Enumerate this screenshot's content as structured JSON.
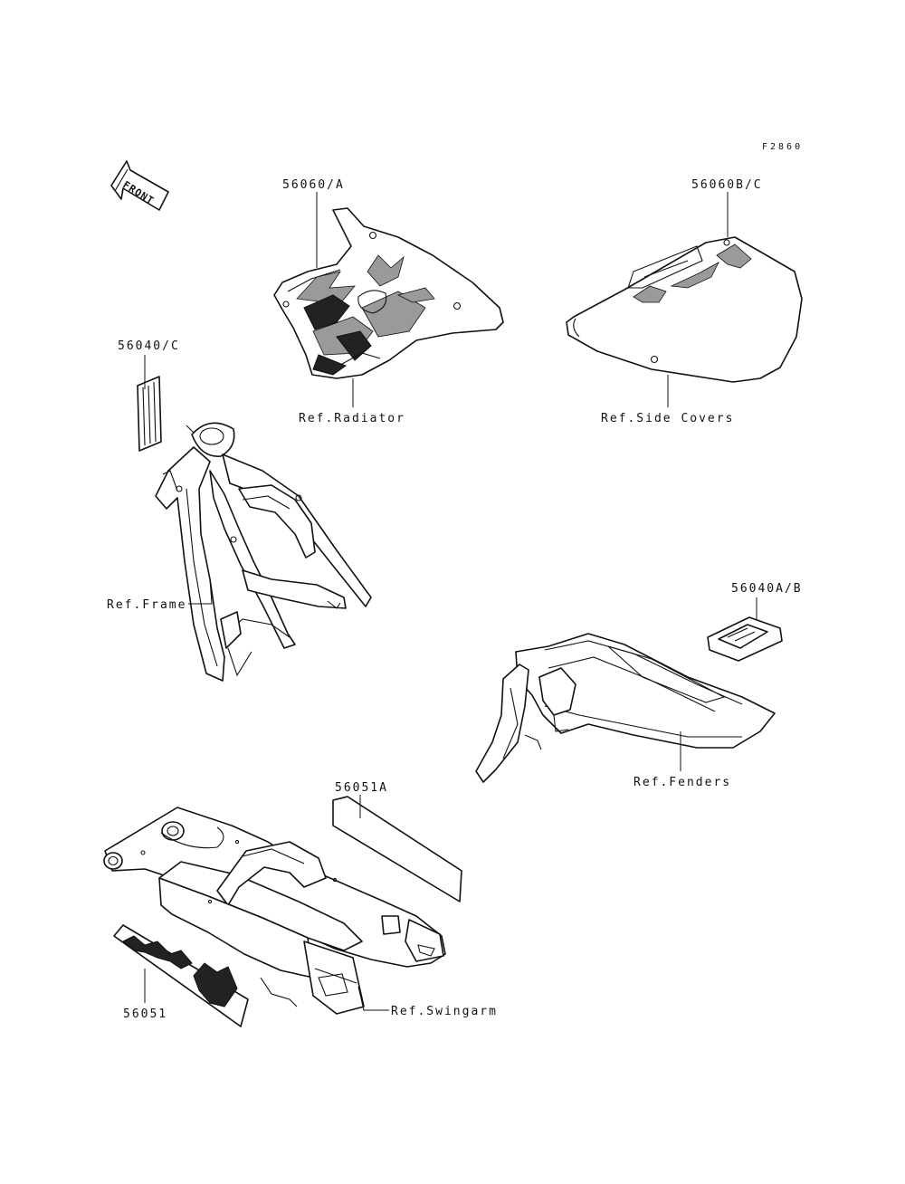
{
  "figure_code": "F2860",
  "front_arrow": {
    "label": "FRONT",
    "icon": "front-arrow-icon"
  },
  "labels": {
    "p56060_a": "56060/A",
    "p56060_bc": "56060B/C",
    "p56040_c": "56040/C",
    "p56040_ab": "56040A/B",
    "p56051a": "56051A",
    "p56051": "56051",
    "ref_radiator": "Ref.Radiator",
    "ref_side_covers": "Ref.Side Covers",
    "ref_frame": "Ref.Frame",
    "ref_fenders": "Ref.Fenders",
    "ref_swingarm": "Ref.Swingarm"
  }
}
